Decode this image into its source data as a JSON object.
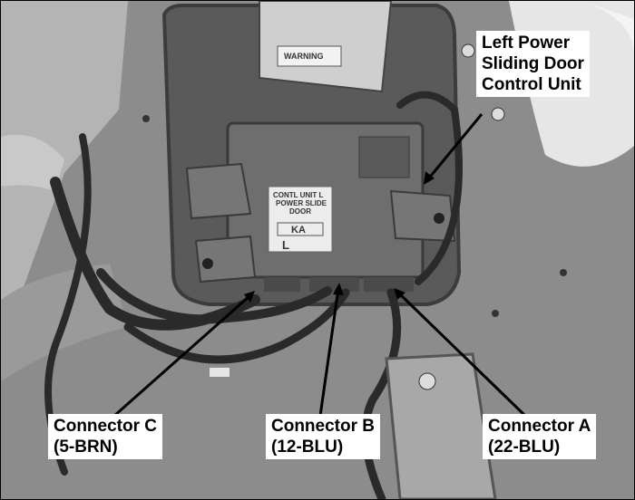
{
  "callouts": {
    "control_unit": {
      "line1": "Left Power",
      "line2": "Sliding Door",
      "line3": "Control Unit"
    },
    "connector_c": {
      "line1": "Connector C",
      "line2": "(5-BRN)"
    },
    "connector_b": {
      "line1": "Connector B",
      "line2": "(12-BLU)"
    },
    "connector_a": {
      "line1": "Connector A",
      "line2": "(22-BLU)"
    }
  },
  "module_label": {
    "line1": "CONTL UNIT L",
    "line2": "POWER SLIDE",
    "line3": "DOOR",
    "code": "KA",
    "side": "L"
  },
  "warning_label": "WARNING",
  "colors": {
    "background_panel": "#8a8a8a",
    "module_body": "#6e6e6e",
    "harness": "#2a2a2a",
    "callout_bg": "#ffffff"
  }
}
